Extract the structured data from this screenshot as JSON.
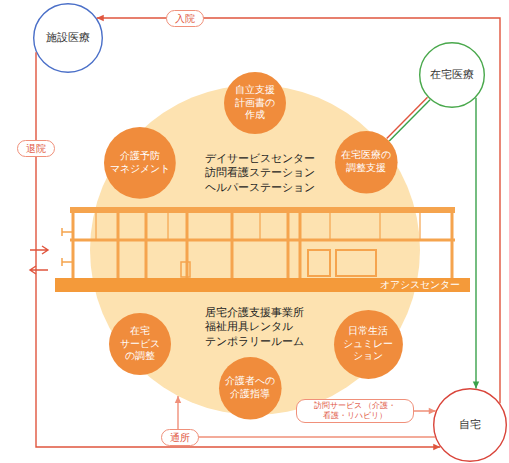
{
  "diagram": {
    "nodes": [
      {
        "text": [
          "施設医療"
        ]
      },
      {
        "text": [
          "在宅医療"
        ]
      },
      {
        "text": [
          "デイサービスセンター 訪問看護ステーション ヘルパーステーション",
          "居宅介護支援事業所 福祉用具レンタル テンポラリールーム"
        ]
      },
      {
        "text": [
          "自立支援 計画書の 作成"
        ],
        "in": 2
      },
      {
        "text": [
          "介護予防 マネジメント"
        ],
        "in": 2
      },
      {
        "text": [
          "在宅医療の 調整支援"
        ],
        "in": 2
      },
      {
        "text": [
          "オアシスセンター"
        ],
        "in": 2
      },
      {
        "text": [
          "在宅 サービス の調整"
        ],
        "in": 2
      },
      {
        "text": [
          "日常生活 シュミレー ション"
        ],
        "in": 2
      },
      {
        "text": [
          "介護者への 介護指導"
        ],
        "in": 2
      },
      {
        "text": [
          "自宅"
        ]
      }
    ],
    "edges": [
      {
        "from": 10,
        "to": 0,
        "arrow": "to",
        "label": "入院"
      },
      {
        "from": 0,
        "to": 10,
        "arrow": "to",
        "label": "退院"
      },
      {
        "from": 1,
        "to": 5,
        "arrow": "none"
      },
      {
        "from": 1,
        "to": 10,
        "arrow": "to"
      },
      {
        "from": 10,
        "to": 2,
        "arrow": "to",
        "label": "通所"
      },
      {
        "from": 2,
        "to": 10,
        "arrow": "to",
        "label": "訪問サービス （介護・看護・リハビリ）"
      }
    ]
  }
}
